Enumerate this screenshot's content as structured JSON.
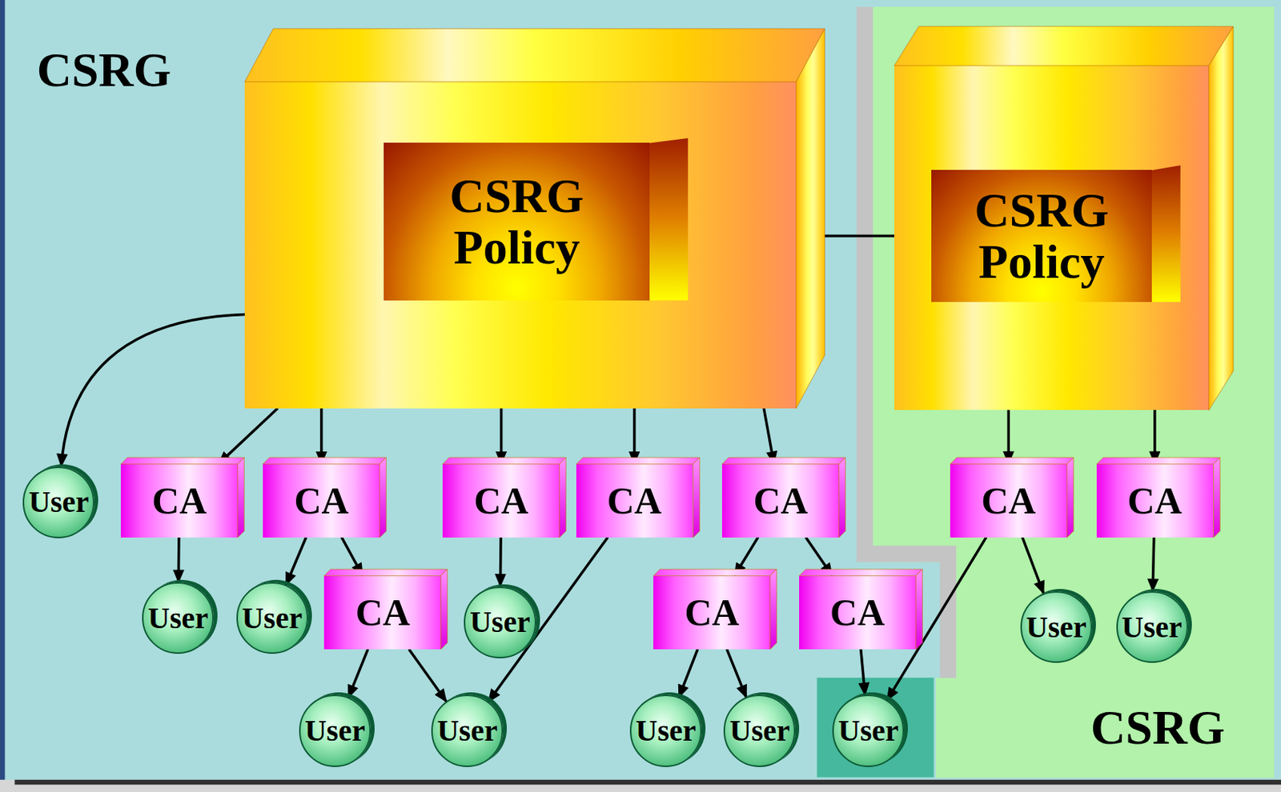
{
  "diagram": {
    "nodes": [
      {
        "text": [
          "CSRG"
        ]
      },
      {
        "text": [
          "CSRG Policy"
        ],
        "in": 0
      },
      {
        "text": [
          "CSRG"
        ]
      },
      {
        "text": [
          "CSRG Policy"
        ],
        "in": 2
      },
      {
        "text": [
          "User"
        ],
        "in": 0
      },
      {
        "text": [
          "CA"
        ],
        "in": 0
      },
      {
        "text": [
          "CA"
        ],
        "in": 0
      },
      {
        "text": [
          "CA"
        ],
        "in": 0
      },
      {
        "text": [
          "CA"
        ],
        "in": 0
      },
      {
        "text": [
          "CA"
        ],
        "in": 0
      },
      {
        "text": [
          "CA"
        ],
        "in": 2
      },
      {
        "text": [
          "CA"
        ],
        "in": 2
      },
      {
        "text": [
          "User"
        ],
        "in": 0
      },
      {
        "text": [
          "User"
        ],
        "in": 0
      },
      {
        "text": [
          "CA"
        ],
        "in": 0
      },
      {
        "text": [
          "User"
        ],
        "in": 0
      },
      {
        "text": [
          "CA"
        ],
        "in": 0
      },
      {
        "text": [
          "CA"
        ],
        "in": 0
      },
      {
        "text": [
          "User"
        ],
        "in": 2
      },
      {
        "text": [
          "User"
        ],
        "in": 2
      },
      {
        "text": [
          "User"
        ],
        "in": 0
      },
      {
        "text": [
          "User"
        ],
        "in": 0
      },
      {
        "text": [
          "User"
        ],
        "in": 0
      },
      {
        "text": [
          "User"
        ],
        "in": 0
      },
      {
        "text": [
          "User"
        ],
        "in": 0
      }
    ],
    "edges": [
      {
        "from": 1,
        "to": 4,
        "arrow": "to"
      },
      {
        "from": 1,
        "to": 5,
        "arrow": "to"
      },
      {
        "from": 1,
        "to": 6,
        "arrow": "to"
      },
      {
        "from": 1,
        "to": 7,
        "arrow": "to"
      },
      {
        "from": 1,
        "to": 8,
        "arrow": "to"
      },
      {
        "from": 1,
        "to": 9,
        "arrow": "to"
      },
      {
        "from": 1,
        "to": 3,
        "arrow": "both"
      },
      {
        "from": 3,
        "to": 10,
        "arrow": "to"
      },
      {
        "from": 3,
        "to": 11,
        "arrow": "to"
      },
      {
        "from": 5,
        "to": 12,
        "arrow": "to"
      },
      {
        "from": 6,
        "to": 13,
        "arrow": "to"
      },
      {
        "from": 6,
        "to": 14,
        "arrow": "to"
      },
      {
        "from": 7,
        "to": 15,
        "arrow": "to"
      },
      {
        "from": 8,
        "to": 21,
        "arrow": "to"
      },
      {
        "from": 9,
        "to": 16,
        "arrow": "to"
      },
      {
        "from": 9,
        "to": 17,
        "arrow": "to"
      },
      {
        "from": 10,
        "to": 24,
        "arrow": "to"
      },
      {
        "from": 10,
        "to": 18,
        "arrow": "to"
      },
      {
        "from": 11,
        "to": 19,
        "arrow": "to"
      },
      {
        "from": 14,
        "to": 20,
        "arrow": "to"
      },
      {
        "from": 14,
        "to": 21,
        "arrow": "to"
      },
      {
        "from": 16,
        "to": 22,
        "arrow": "to"
      },
      {
        "from": 16,
        "to": 23,
        "arrow": "to"
      },
      {
        "from": 17,
        "to": 24,
        "arrow": "to"
      }
    ]
  }
}
